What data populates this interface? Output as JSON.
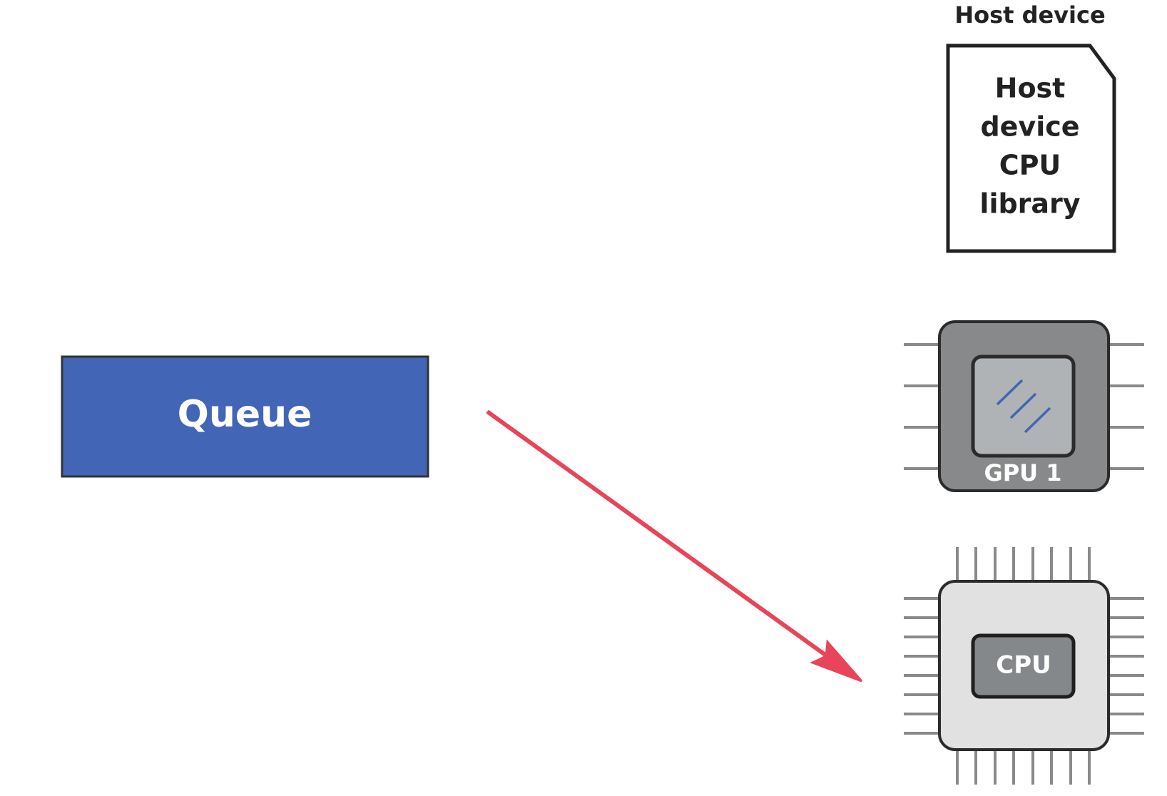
{
  "queue": {
    "label": "Queue",
    "fill": "#4265b5"
  },
  "host_device": {
    "caption": "Host device",
    "library_lines": [
      "Host",
      "device",
      "CPU",
      "library"
    ]
  },
  "gpu": {
    "label": "GPU 1",
    "fill": "#87898b",
    "die_fill": "#b0b3b6"
  },
  "cpu": {
    "label": "CPU",
    "fill": "#e1e1e1",
    "die_fill": "#85888a"
  },
  "arrow": {
    "color": "#e8445a",
    "from": "queue",
    "to": "cpu"
  }
}
